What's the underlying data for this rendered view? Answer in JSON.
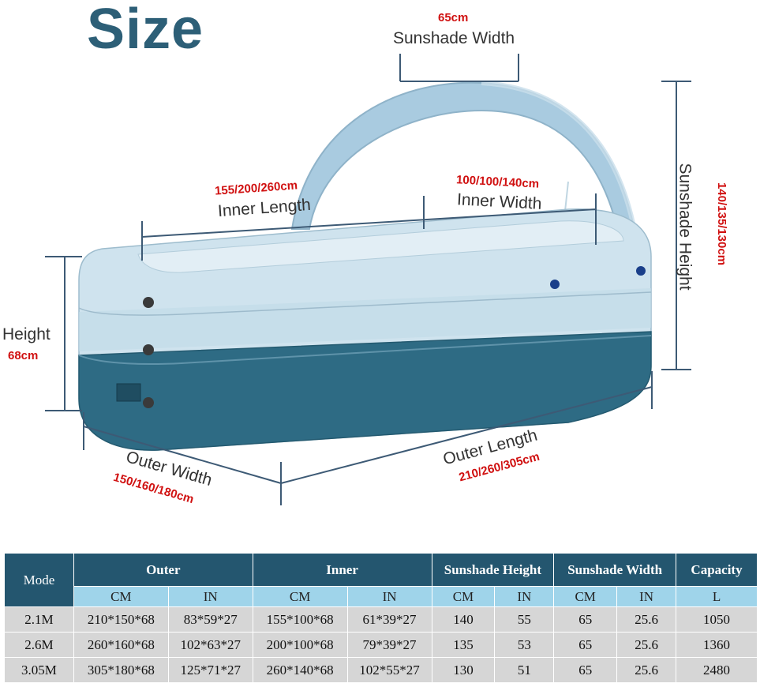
{
  "title": "Size",
  "labels": {
    "sunshade_width": {
      "value": "65cm",
      "name": "Sunshade Width"
    },
    "inner_length": {
      "value": "155/200/260cm",
      "name": "Inner Length"
    },
    "inner_width": {
      "value": "100/100/140cm",
      "name": "Inner Width"
    },
    "sunshade_height": {
      "value": "140/135/130cm",
      "name": "Sunshade Height"
    },
    "height": {
      "value": "68cm",
      "name": "Height"
    },
    "outer_width": {
      "value": "150/160/180cm",
      "name": "Outer Width"
    },
    "outer_length": {
      "value": "210/260/305cm",
      "name": "Outer Length"
    }
  },
  "colors": {
    "title": "#2d5f77",
    "red": "#d01010",
    "header": "#24566f",
    "subheader": "#9fd4ea",
    "row": "#d6d6d6",
    "pool_light": "#cde3ee",
    "pool_dark": "#2e6b84"
  },
  "table": {
    "mode_header": "Mode",
    "groups": [
      "Outer",
      "Inner",
      "Sunshade Height",
      "Sunshade Width",
      "Capacity"
    ],
    "subheaders": [
      "CM",
      "IN",
      "CM",
      "IN",
      "CM",
      "IN",
      "CM",
      "IN",
      "L"
    ],
    "rows": [
      {
        "mode": "2.1M",
        "cells": [
          "210*150*68",
          "83*59*27",
          "155*100*68",
          "61*39*27",
          "140",
          "55",
          "65",
          "25.6",
          "1050"
        ]
      },
      {
        "mode": "2.6M",
        "cells": [
          "260*160*68",
          "102*63*27",
          "200*100*68",
          "79*39*27",
          "135",
          "53",
          "65",
          "25.6",
          "1360"
        ]
      },
      {
        "mode": "3.05M",
        "cells": [
          "305*180*68",
          "125*71*27",
          "260*140*68",
          "102*55*27",
          "130",
          "51",
          "65",
          "25.6",
          "2480"
        ]
      }
    ]
  }
}
